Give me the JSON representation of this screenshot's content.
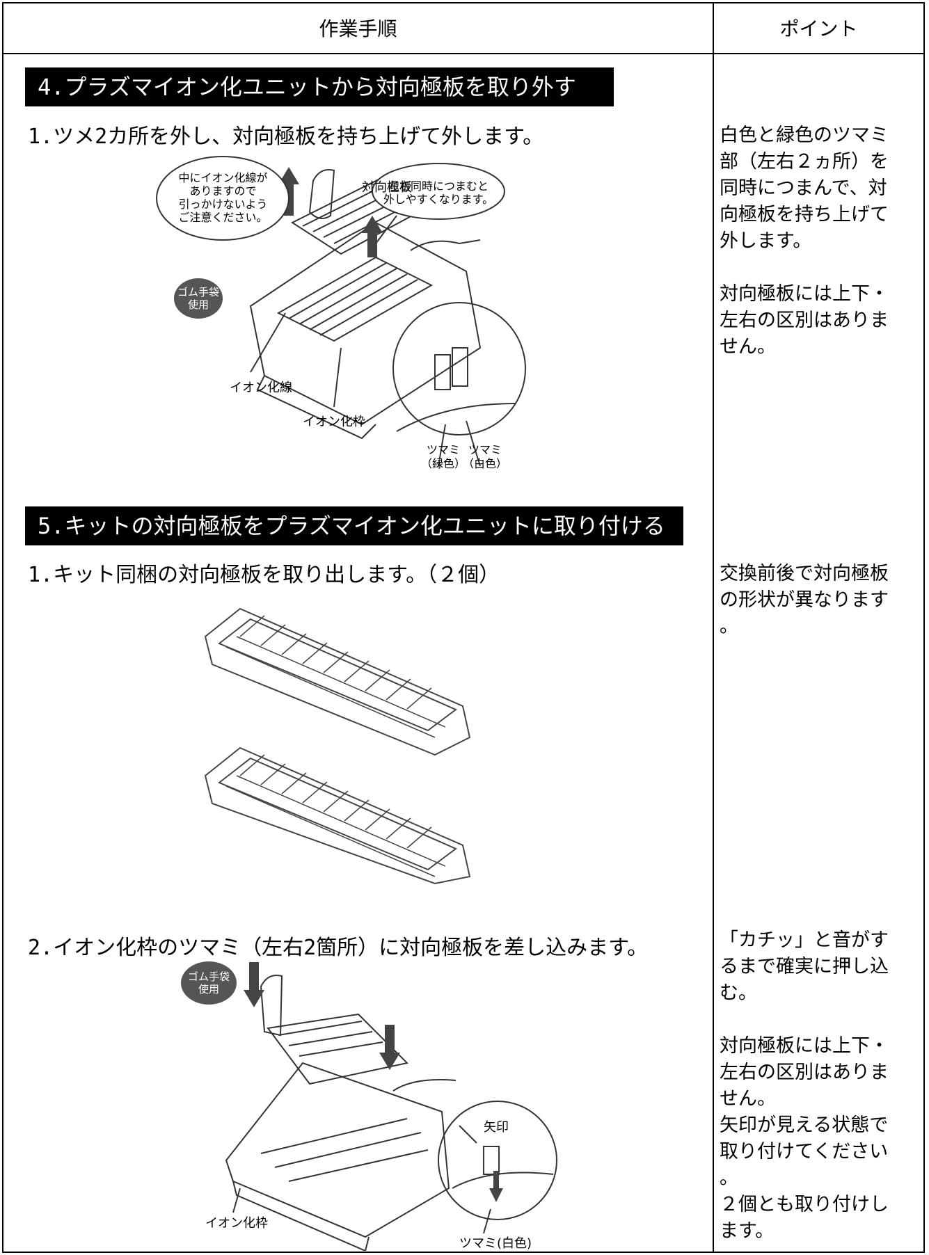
{
  "header": {
    "left": "作業手順",
    "right": "ポイント"
  },
  "section4": {
    "title": "4.プラズマイオン化ユニットから対向極板を取り外す",
    "step1": "1.ツメ2カ所を外し、対向極板を持ち上げて外します。",
    "figure": {
      "callout_left": "中にイオン化線が\nありますので\n引っかけないよう\nご注意ください。",
      "label_plate": "対向極板",
      "callout_right": "左右同時につまむと\n外しやすくなります。",
      "badge": "ゴム手袋\n使用",
      "label_wire": "イオン化線",
      "label_frame": "イオン化枠",
      "knob_green": "ツマミ\n（緑色）",
      "knob_white": "ツマミ\n（白色）"
    },
    "point1": "白色と緑色のツマミ\n部（左右２ヵ所）を\n同時につまんで、対\n向極板を持ち上げて\n外します。",
    "point2": "対向極板には上下・\n左右の区別はありま\nせん。"
  },
  "section5": {
    "title": "5.キットの対向極板をプラズマイオン化ユニットに取り付ける",
    "step1": "1.キット同梱の対向極板を取り出します。（２個）",
    "point_step1": "交換前後で対向極板\nの形状が異なります\n。",
    "step2": "2.イオン化枠のツマミ（左右2箇所）に対向極板を差し込みます。",
    "figure2": {
      "badge": "ゴム手袋\n使用",
      "label_arrow": "矢印",
      "label_frame": "イオン化枠",
      "label_knob": "ツマミ(白色)"
    },
    "point_step2a": "「カチッ」と音がす\nるまで確実に押し込\nむ。",
    "point_step2b": "対向極板には上下・\n左右の区別はありま\nせん。\n矢印が見える状態で\n取り付けてください\n。\n２個とも取り付けし\nます。"
  }
}
